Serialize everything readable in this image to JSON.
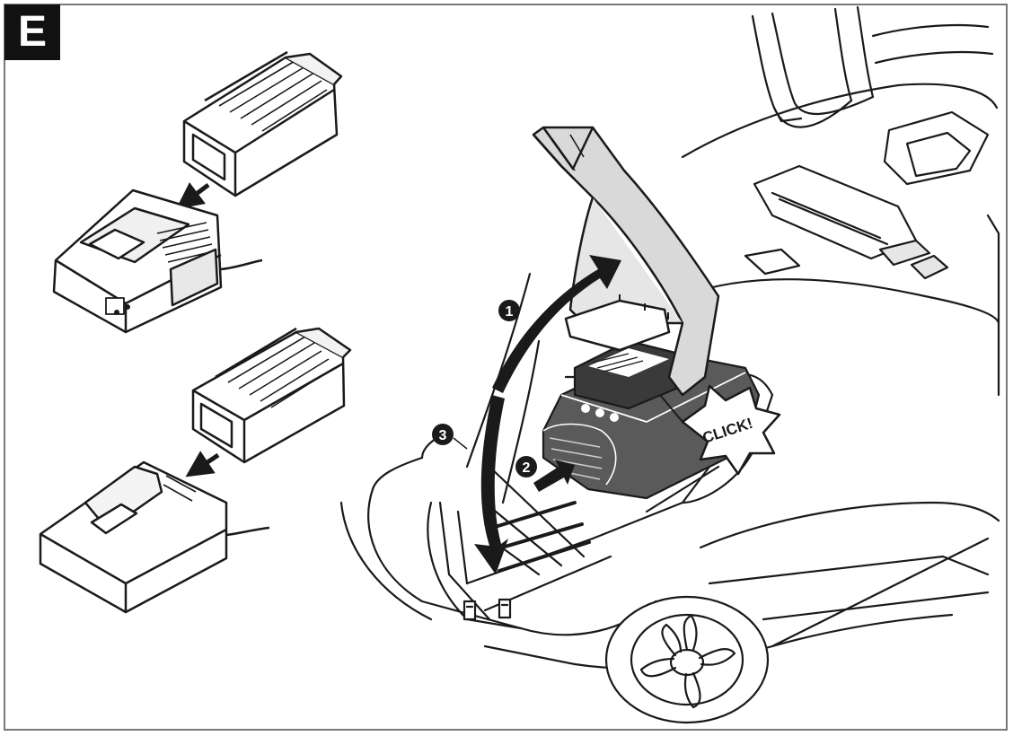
{
  "figure_label": "E",
  "steps": [
    {
      "number": "1",
      "action": "open-lid"
    },
    {
      "number": "2",
      "action": "insert-battery"
    },
    {
      "number": "3",
      "action": "close-lid"
    }
  ],
  "callout": "CLICK!",
  "icons": [
    "battery-icon",
    "charger-icon",
    "lawnmower-icon",
    "arrow-icon",
    "burst-icon"
  ],
  "colors": {
    "line": "#1a1a1a",
    "lid_fill": "#d9d9d9",
    "battery_fill": "#5a5a5a",
    "frame": "#777777",
    "tag_bg": "#111111"
  }
}
